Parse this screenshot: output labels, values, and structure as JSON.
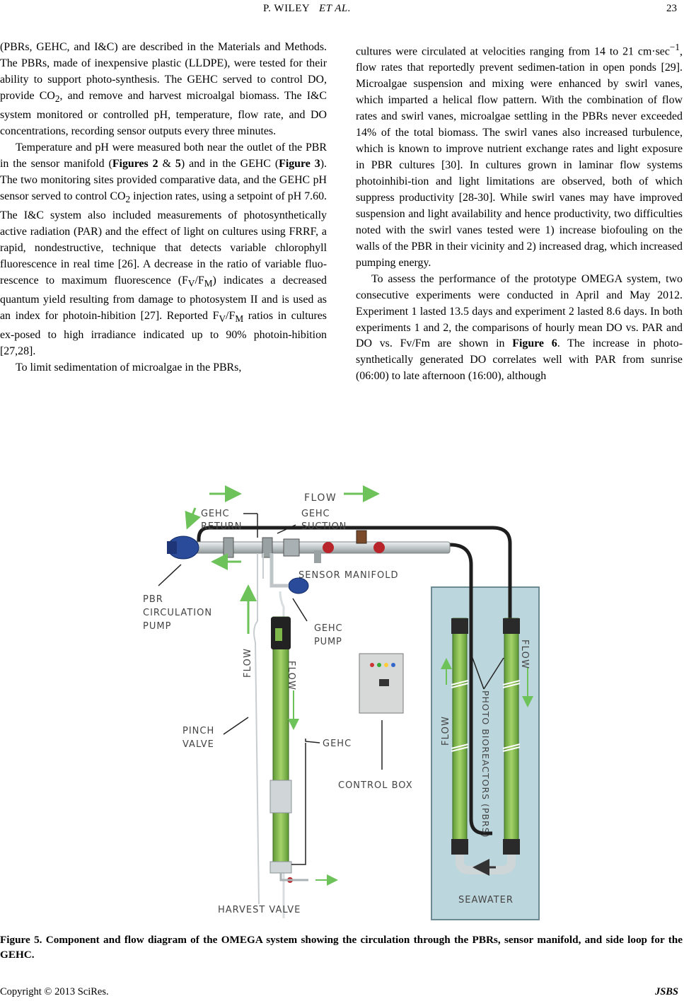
{
  "header": {
    "authors_main": "P. WILEY",
    "authors_etal": "ET   AL.",
    "page_number": "23"
  },
  "left_column": {
    "p1": "(PBRs, GEHC, and I&C) are described in the Materials and Methods. The PBRs, made of inexpensive plastic (LLDPE), were tested for their ability to support photo-synthesis. The GEHC served to control DO, provide CO",
    "p1_sub": "2",
    "p1_end": ", and remove and harvest microalgal biomass. The I&C system monitored or controlled pH, temperature, flow rate, and DO concentrations, recording sensor outputs every three minutes.",
    "p2_a": "Temperature and pH were measured both near the outlet of the PBR in the sensor manifold (",
    "p2_ref1": "Figures 2",
    "p2_amp": " & ",
    "p2_ref2": "5",
    "p2_b": ") and in the GEHC (",
    "p2_ref3": "Figure 3",
    "p2_c": "). The two monitoring sites provided comparative data, and the GEHC pH sensor served to control CO",
    "p2_sub1": "2",
    "p2_d": " injection rates, using a setpoint of pH 7.60. The I&C system also included measurements of photosynthetically active radiation (PAR) and the effect of light on cultures using FRRF, a rapid, nondestructive, technique that detects variable chlorophyll fluorescence in real time [26]. A decrease in the ratio of variable fluo-rescence to maximum fluorescence (F",
    "p2_subV": "V",
    "p2_slash": "/F",
    "p2_subM": "M",
    "p2_e": ") indicates a decreased quantum yield resulting from damage to photosystem II and is used as an index for photoin-hibition [27]. Reported F",
    "p2_subV2": "V",
    "p2_slash2": "/F",
    "p2_subM2": "M",
    "p2_f": " ratios in cultures ex-posed to high irradiance indicated up to 90% photoin-hibition [27,28].",
    "p3": "To limit sedimentation of microalgae in the PBRs,"
  },
  "right_column": {
    "p1_a": "cultures were circulated at velocities ranging from 14 to 21 cm·sec",
    "p1_sup": "−1",
    "p1_b": ", flow rates that reportedly prevent sedimen-tation in open ponds [29]. Microalgae suspension and mixing were enhanced by swirl vanes, which imparted a helical flow pattern. With the combination of flow rates and swirl vanes, microalgae settling in the PBRs never exceeded 14% of the total biomass. The swirl vanes also increased turbulence, which is known to improve nutrient exchange rates and light exposure in PBR cultures [30]. In cultures grown in laminar flow systems photoinhibi-tion and light limitations are observed, both of which suppress productivity [28-30]. While swirl vanes may have improved suspension and light availability and hence productivity, two difficulties noted with the swirl vanes tested were 1) increase biofouling on the walls of the PBR in their vicinity and 2) increased drag, which increased pumping energy.",
    "p2_a": "To assess the performance of the prototype OMEGA system, two consecutive experiments were conducted in April and May 2012. Experiment 1 lasted 13.5 days and experiment 2 lasted 8.6 days. In both experiments 1 and 2, the comparisons of hourly mean DO vs. PAR and DO vs. Fv/Fm are shown in ",
    "p2_ref": "Figure 6",
    "p2_b": ". The increase in photo-synthetically generated DO correlates well with PAR from sunrise (06:00) to late afternoon (16:00), although"
  },
  "figure": {
    "labels": {
      "flow_top": "FLOW",
      "gehc_return_1": "GEHC",
      "gehc_return_2": "RETURN",
      "gehc_suction_1": "GEHC",
      "gehc_suction_2": "SUCTION",
      "sensor_manifold": "SENSOR MANIFOLD",
      "pbr_pump_1": "PBR",
      "pbr_pump_2": "CIRCULATION",
      "pbr_pump_3": "PUMP",
      "gehc_pump_1": "GEHC",
      "gehc_pump_2": "PUMP",
      "flow_left_up": "FLOW",
      "flow_left_down": "FLOW",
      "pinch_valve_1": "PINCH",
      "pinch_valve_2": "VALVE",
      "gehc": "GEHC",
      "control_box": "CONTROL BOX",
      "harvest_valve": "HARVEST VALVE",
      "flow_right_down": "FLOW",
      "flow_right_up": "FLOW",
      "photobioreactors": "PHOTO BIOREACTORS (PBRS)",
      "seawater": "SEAWATER"
    },
    "colors": {
      "pipe": "#cfd6d8",
      "tube_green": "#7fb84a",
      "arrow_green": "#6ec25a",
      "pump_blue": "#2a4a9a",
      "seawater": "#bcd6dd",
      "valve_red": "#b8242a"
    }
  },
  "caption": "Figure 5. Component and flow diagram of the OMEGA system showing the circulation through the PBRs, sensor manifold, and side loop for the GEHC.",
  "footer": {
    "copyright": "Copyright © 2013 SciRes.",
    "journal": "JSBS"
  }
}
